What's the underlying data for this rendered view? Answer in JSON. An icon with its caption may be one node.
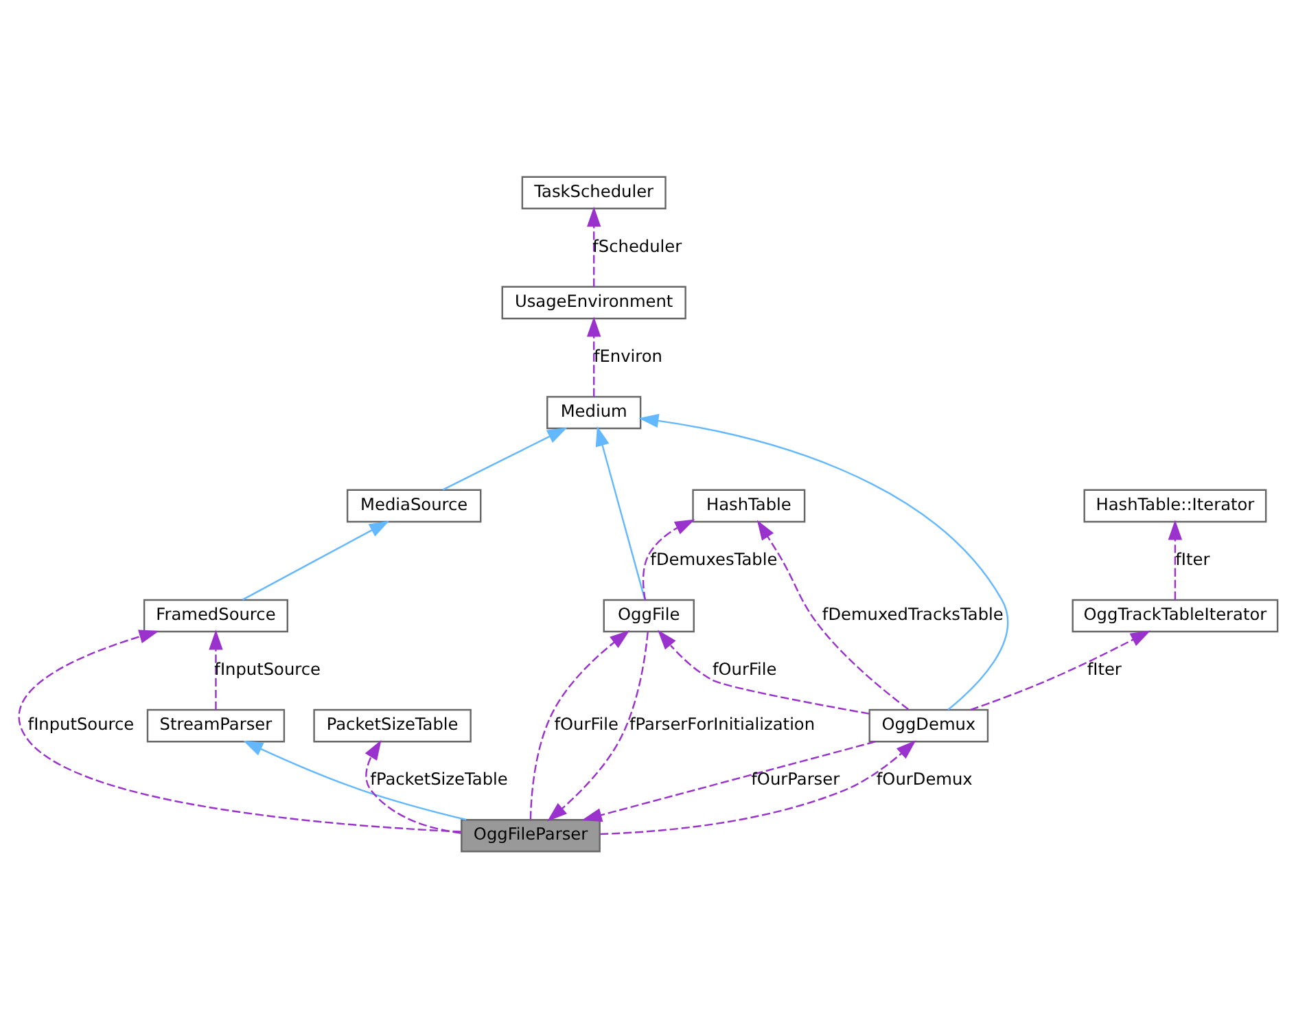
{
  "diagram": {
    "nodes": [
      {
        "text": [
          "TaskScheduler"
        ]
      },
      {
        "text": [
          "UsageEnvironment"
        ]
      },
      {
        "text": [
          "Medium"
        ]
      },
      {
        "text": [
          "MediaSource"
        ]
      },
      {
        "text": [
          "FramedSource"
        ]
      },
      {
        "text": [
          "StreamParser"
        ]
      },
      {
        "text": [
          "PacketSizeTable"
        ]
      },
      {
        "text": [
          "OggFileParser"
        ]
      },
      {
        "text": [
          "HashTable"
        ]
      },
      {
        "text": [
          "HashTable::Iterator"
        ]
      },
      {
        "text": [
          "OggFile"
        ]
      },
      {
        "text": [
          "OggTrackTableIterator"
        ]
      },
      {
        "text": [
          "OggDemux"
        ]
      }
    ],
    "edges": [
      {
        "from": 1,
        "to": 0,
        "arrow": "to",
        "label": "fScheduler",
        "style": "dashed"
      },
      {
        "from": 2,
        "to": 1,
        "arrow": "to",
        "label": "fEnviron",
        "style": "dashed"
      },
      {
        "from": 3,
        "to": 2,
        "arrow": "to",
        "color": "#63b8ff"
      },
      {
        "from": 4,
        "to": 3,
        "arrow": "to",
        "color": "#63b8ff"
      },
      {
        "from": 7,
        "to": 4,
        "arrow": "to",
        "label": "fInputSource",
        "style": "dashed"
      },
      {
        "from": 5,
        "to": 4,
        "arrow": "to",
        "label": "fInputSource",
        "style": "dashed"
      },
      {
        "from": 7,
        "to": 5,
        "arrow": "to",
        "color": "#63b8ff"
      },
      {
        "from": 7,
        "to": 6,
        "arrow": "to",
        "label": "fPacketSizeTable",
        "style": "dashed"
      },
      {
        "from": 10,
        "to": 2,
        "arrow": "to",
        "color": "#63b8ff"
      },
      {
        "from": 12,
        "to": 2,
        "arrow": "to",
        "color": "#63b8ff"
      },
      {
        "from": 7,
        "to": 10,
        "arrow": "to",
        "label": "fOurFile",
        "style": "dashed"
      },
      {
        "from": 10,
        "to": 7,
        "arrow": "to",
        "label": "fParserForInitialization",
        "style": "dashed"
      },
      {
        "from": 10,
        "to": 8,
        "arrow": "to",
        "label": "fDemuxesTable",
        "style": "dashed"
      },
      {
        "from": 12,
        "to": 8,
        "arrow": "to",
        "label": "fDemuxedTracksTable",
        "style": "dashed"
      },
      {
        "from": 11,
        "to": 9,
        "arrow": "to",
        "label": "fIter",
        "style": "dashed"
      },
      {
        "from": 12,
        "to": 11,
        "arrow": "to",
        "label": "fIter",
        "style": "dashed"
      },
      {
        "from": 12,
        "to": 10,
        "arrow": "to",
        "label": "fOurFile",
        "style": "dashed"
      },
      {
        "from": 12,
        "to": 7,
        "arrow": "to",
        "label": "fOurParser",
        "style": "dashed"
      },
      {
        "from": 7,
        "to": 12,
        "arrow": "to",
        "label": "fOurDemux",
        "style": "dashed"
      }
    ]
  }
}
